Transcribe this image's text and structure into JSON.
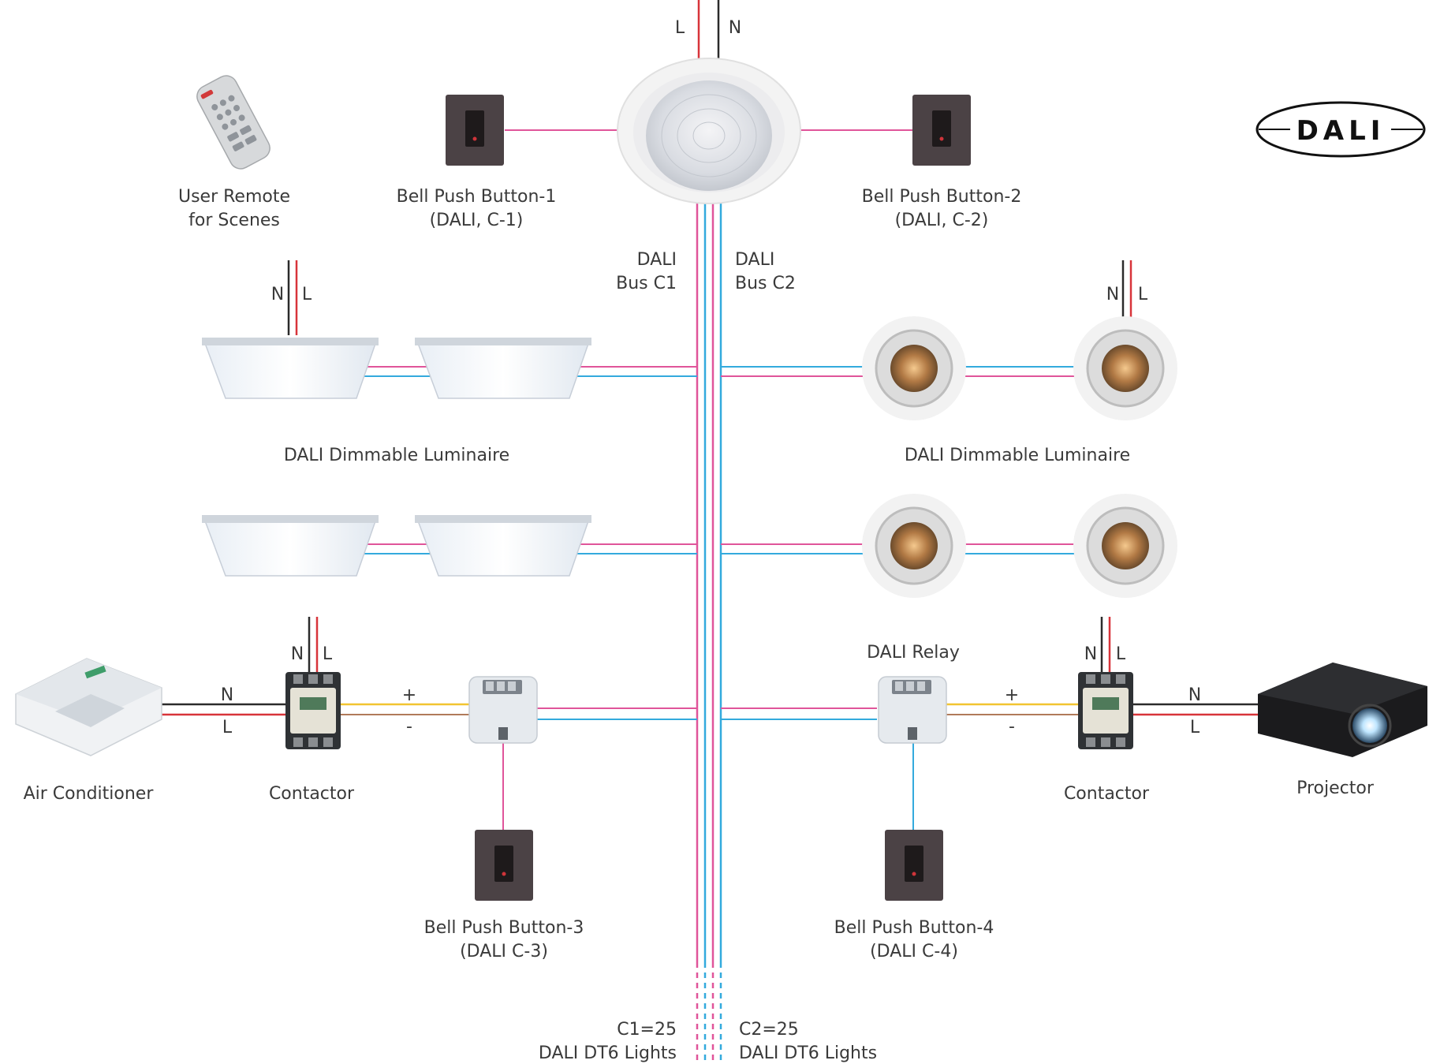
{
  "logo": {
    "text": "DALI"
  },
  "colors": {
    "bus_c1": "#e0559a",
    "bus_c2": "#33aadd",
    "live": "#d8343a",
    "neutral": "#2b2b2b",
    "plus": "#f2c531",
    "minus": "#b07a5a"
  },
  "supply": {
    "l": "L",
    "n": "N"
  },
  "remote": {
    "line1": "User Remote",
    "line2": "for Scenes"
  },
  "button1": {
    "line1": "Bell Push Button-1",
    "line2": "(DALI, C-1)"
  },
  "button2": {
    "line1": "Bell Push Button-2",
    "line2": "(DALI, C-2)"
  },
  "button3": {
    "line1": "Bell Push Button-3",
    "line2": "(DALI C-3)"
  },
  "button4": {
    "line1": "Bell Push Button-4",
    "line2": "(DALI C-4)"
  },
  "bus_c1": {
    "line1": "DALI",
    "line2": "Bus C1"
  },
  "bus_c2": {
    "line1": "DALI",
    "line2": "Bus C2"
  },
  "luminaire_left": {
    "label": "DALI Dimmable Luminaire",
    "n": "N",
    "l": "L"
  },
  "luminaire_right": {
    "label": "DALI Dimmable Luminaire",
    "n": "N",
    "l": "L"
  },
  "relay_label": "DALI Relay",
  "left_load": {
    "ac_label": "Air Conditioner",
    "contactor_label": "Contactor",
    "n": "N",
    "l": "L",
    "plus": "+",
    "minus": "-"
  },
  "right_load": {
    "projector_label": "Projector",
    "contactor_label": "Contactor",
    "n": "N",
    "l": "L",
    "plus": "+",
    "minus": "-"
  },
  "footer_c1": {
    "line1": "C1=25",
    "line2": "DALI DT6 Lights"
  },
  "footer_c2": {
    "line1": "C2=25",
    "line2": "DALI DT6 Lights"
  }
}
